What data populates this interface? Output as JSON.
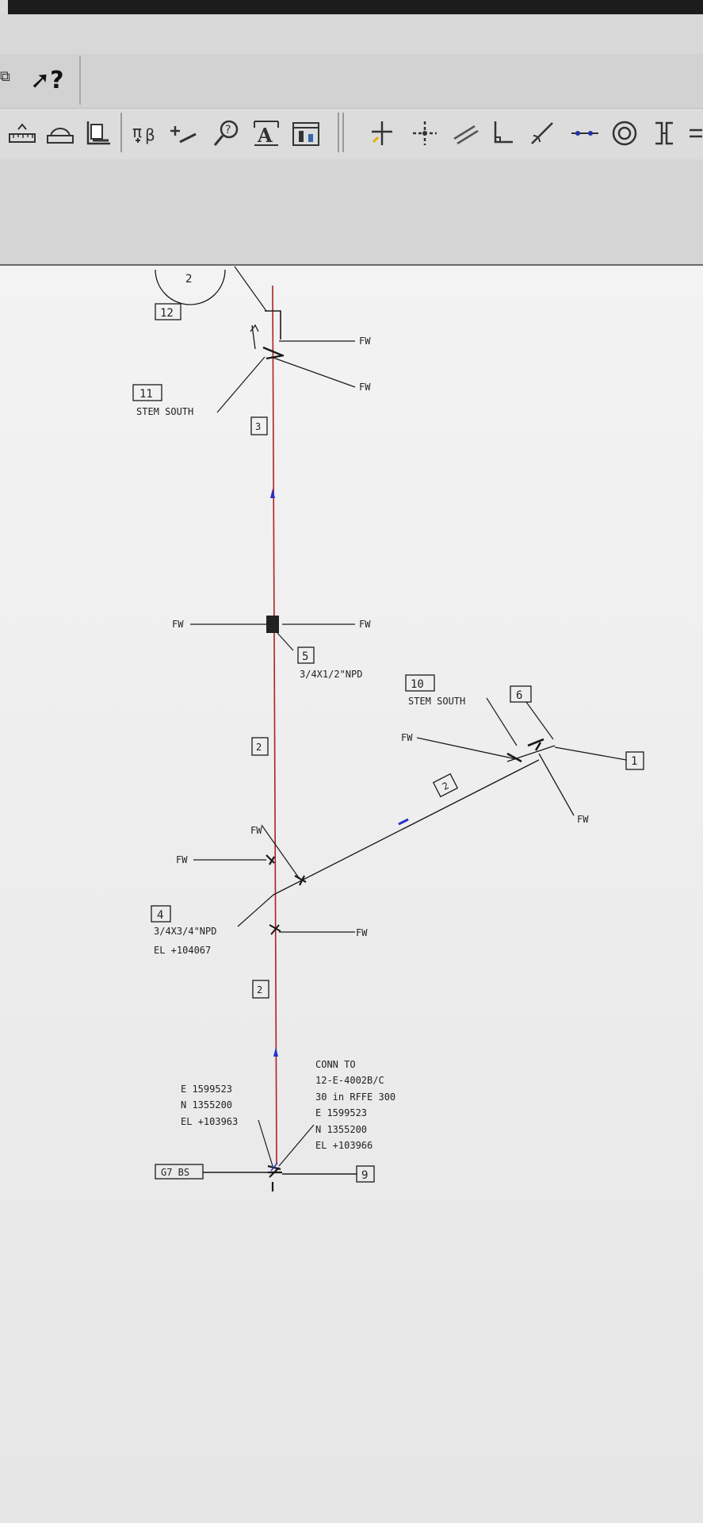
{
  "toolbar": {
    "help_glyph": "?",
    "icons": [
      "measure-icon",
      "arc-measure-icon",
      "ruler-icon",
      "pi-beta-icon",
      "point-add-icon",
      "query-icon",
      "text-icon",
      "attribute-icon",
      "node-icon",
      "cross-icon",
      "parallel-icon",
      "elbow-icon",
      "angle-icon",
      "dot-line-icon",
      "circle-icon",
      "bracket-icon"
    ]
  },
  "drawing": {
    "fw": "FW",
    "tags": {
      "t12": "12",
      "t11": "11",
      "t10": "10",
      "t6": "6",
      "t5": "5",
      "t4": "4",
      "t1": "1",
      "t9": "9",
      "circle_2": "2",
      "seg_3": "3",
      "seg_2a": "2",
      "seg_2b": "2",
      "seg_2c": "2"
    },
    "stem_south_1": "STEM SOUTH",
    "stem_south_2": "STEM SOUTH",
    "npd_5": "3/4X1/2\"NPD",
    "npd_4": "3/4X3/4\"NPD",
    "el_4": "EL +104067",
    "coord_left": [
      "E 1599523",
      "N 1355200",
      "EL +103963"
    ],
    "conn": [
      "CONN TO",
      "12-E-4002B/C",
      "30 in RFFE 300",
      "E 1599523",
      "N 1355200",
      "EL +103966"
    ],
    "g7": "G7 BS"
  },
  "colors": {
    "pipe_red": "#b02020",
    "flow_blue": "#2233cc",
    "ink": "#1a1a1a"
  }
}
